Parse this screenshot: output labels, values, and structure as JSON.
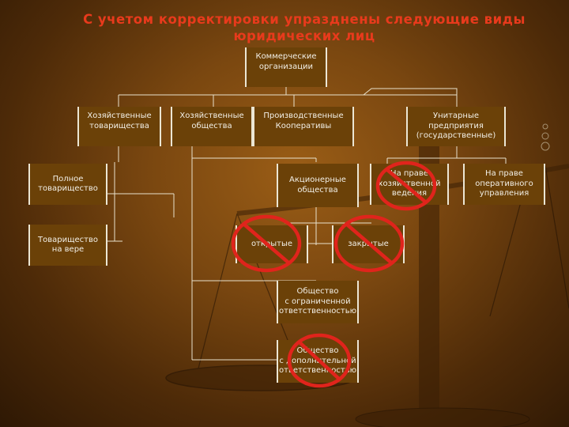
{
  "title": "С учетом корректировки упразднены следующие виды юридических лиц",
  "nodes": {
    "commercial": "Коммерческие\nорганизации",
    "partnerships": "Хозяйственные\nтоварищества",
    "companies": "Хозяйственные\nобщества",
    "cooperatives": "Производственные\nКооперативы",
    "unitary": "Унитарные\nпредприятия\n(государственные)",
    "full": "Полное\nтоварищество",
    "faith": "Товарищество\nна вере",
    "joint_stock": "Акционерные\nобщества",
    "economic_mgmt": "На праве\nхозяйственной\nведения",
    "operative_mgmt": "На праве\nоперативного\nуправления",
    "open": "открытые",
    "closed": "закрытые",
    "llc": "Общество\nс ограниченной\nответственностью",
    "alc": "Общество\nс дополнительной\nответственностью"
  },
  "colors": {
    "title": "#e83a1c",
    "box": "#6b4108",
    "border": "#ece6d4",
    "ban": "#e0241c"
  }
}
